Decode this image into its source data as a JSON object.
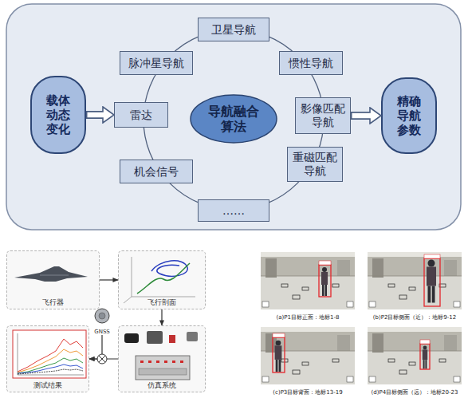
{
  "diagram": {
    "nodes": [
      {
        "text": [
          "载体动态变化"
        ]
      },
      {
        "text": [
          "卫星导航"
        ]
      },
      {
        "text": [
          "脉冲星导航"
        ]
      },
      {
        "text": [
          "惯性导航"
        ]
      },
      {
        "text": [
          "雷达"
        ]
      },
      {
        "text": [
          "导航融合算法"
        ]
      },
      {
        "text": [
          "影像匹配导航"
        ]
      },
      {
        "text": [
          "机会信号"
        ]
      },
      {
        "text": [
          "重磁匹配导航"
        ]
      },
      {
        "text": [
          "……"
        ]
      },
      {
        "text": [
          "精确导航参数"
        ]
      },
      {
        "text": [
          "飞行器"
        ]
      },
      {
        "text": [
          "飞行剖面"
        ]
      },
      {
        "text": [
          "GNSS"
        ]
      },
      {
        "text": [
          "测试结果"
        ]
      },
      {
        "text": [
          "仿真系统"
        ]
      },
      {
        "text": [
          "(a)P1目标正面：地标1-8"
        ]
      },
      {
        "text": [
          "(b)P2目标侧面（近）：地标9-12"
        ]
      },
      {
        "text": [
          "(c)P3目标背面：地标13-19"
        ]
      },
      {
        "text": [
          "(d)P4目标侧面（远）：地标20-23"
        ]
      }
    ],
    "edges": [
      {
        "from": 0,
        "to": 4,
        "arrow": "to"
      },
      {
        "from": 6,
        "to": 10,
        "arrow": "to"
      },
      {
        "from": 11,
        "to": 12,
        "arrow": "to"
      },
      {
        "from": 12,
        "to": 15,
        "arrow": "to"
      },
      {
        "from": 15,
        "to": 14,
        "arrow": "to"
      },
      {
        "from": 13,
        "to": 14,
        "arrow": "to"
      }
    ]
  }
}
